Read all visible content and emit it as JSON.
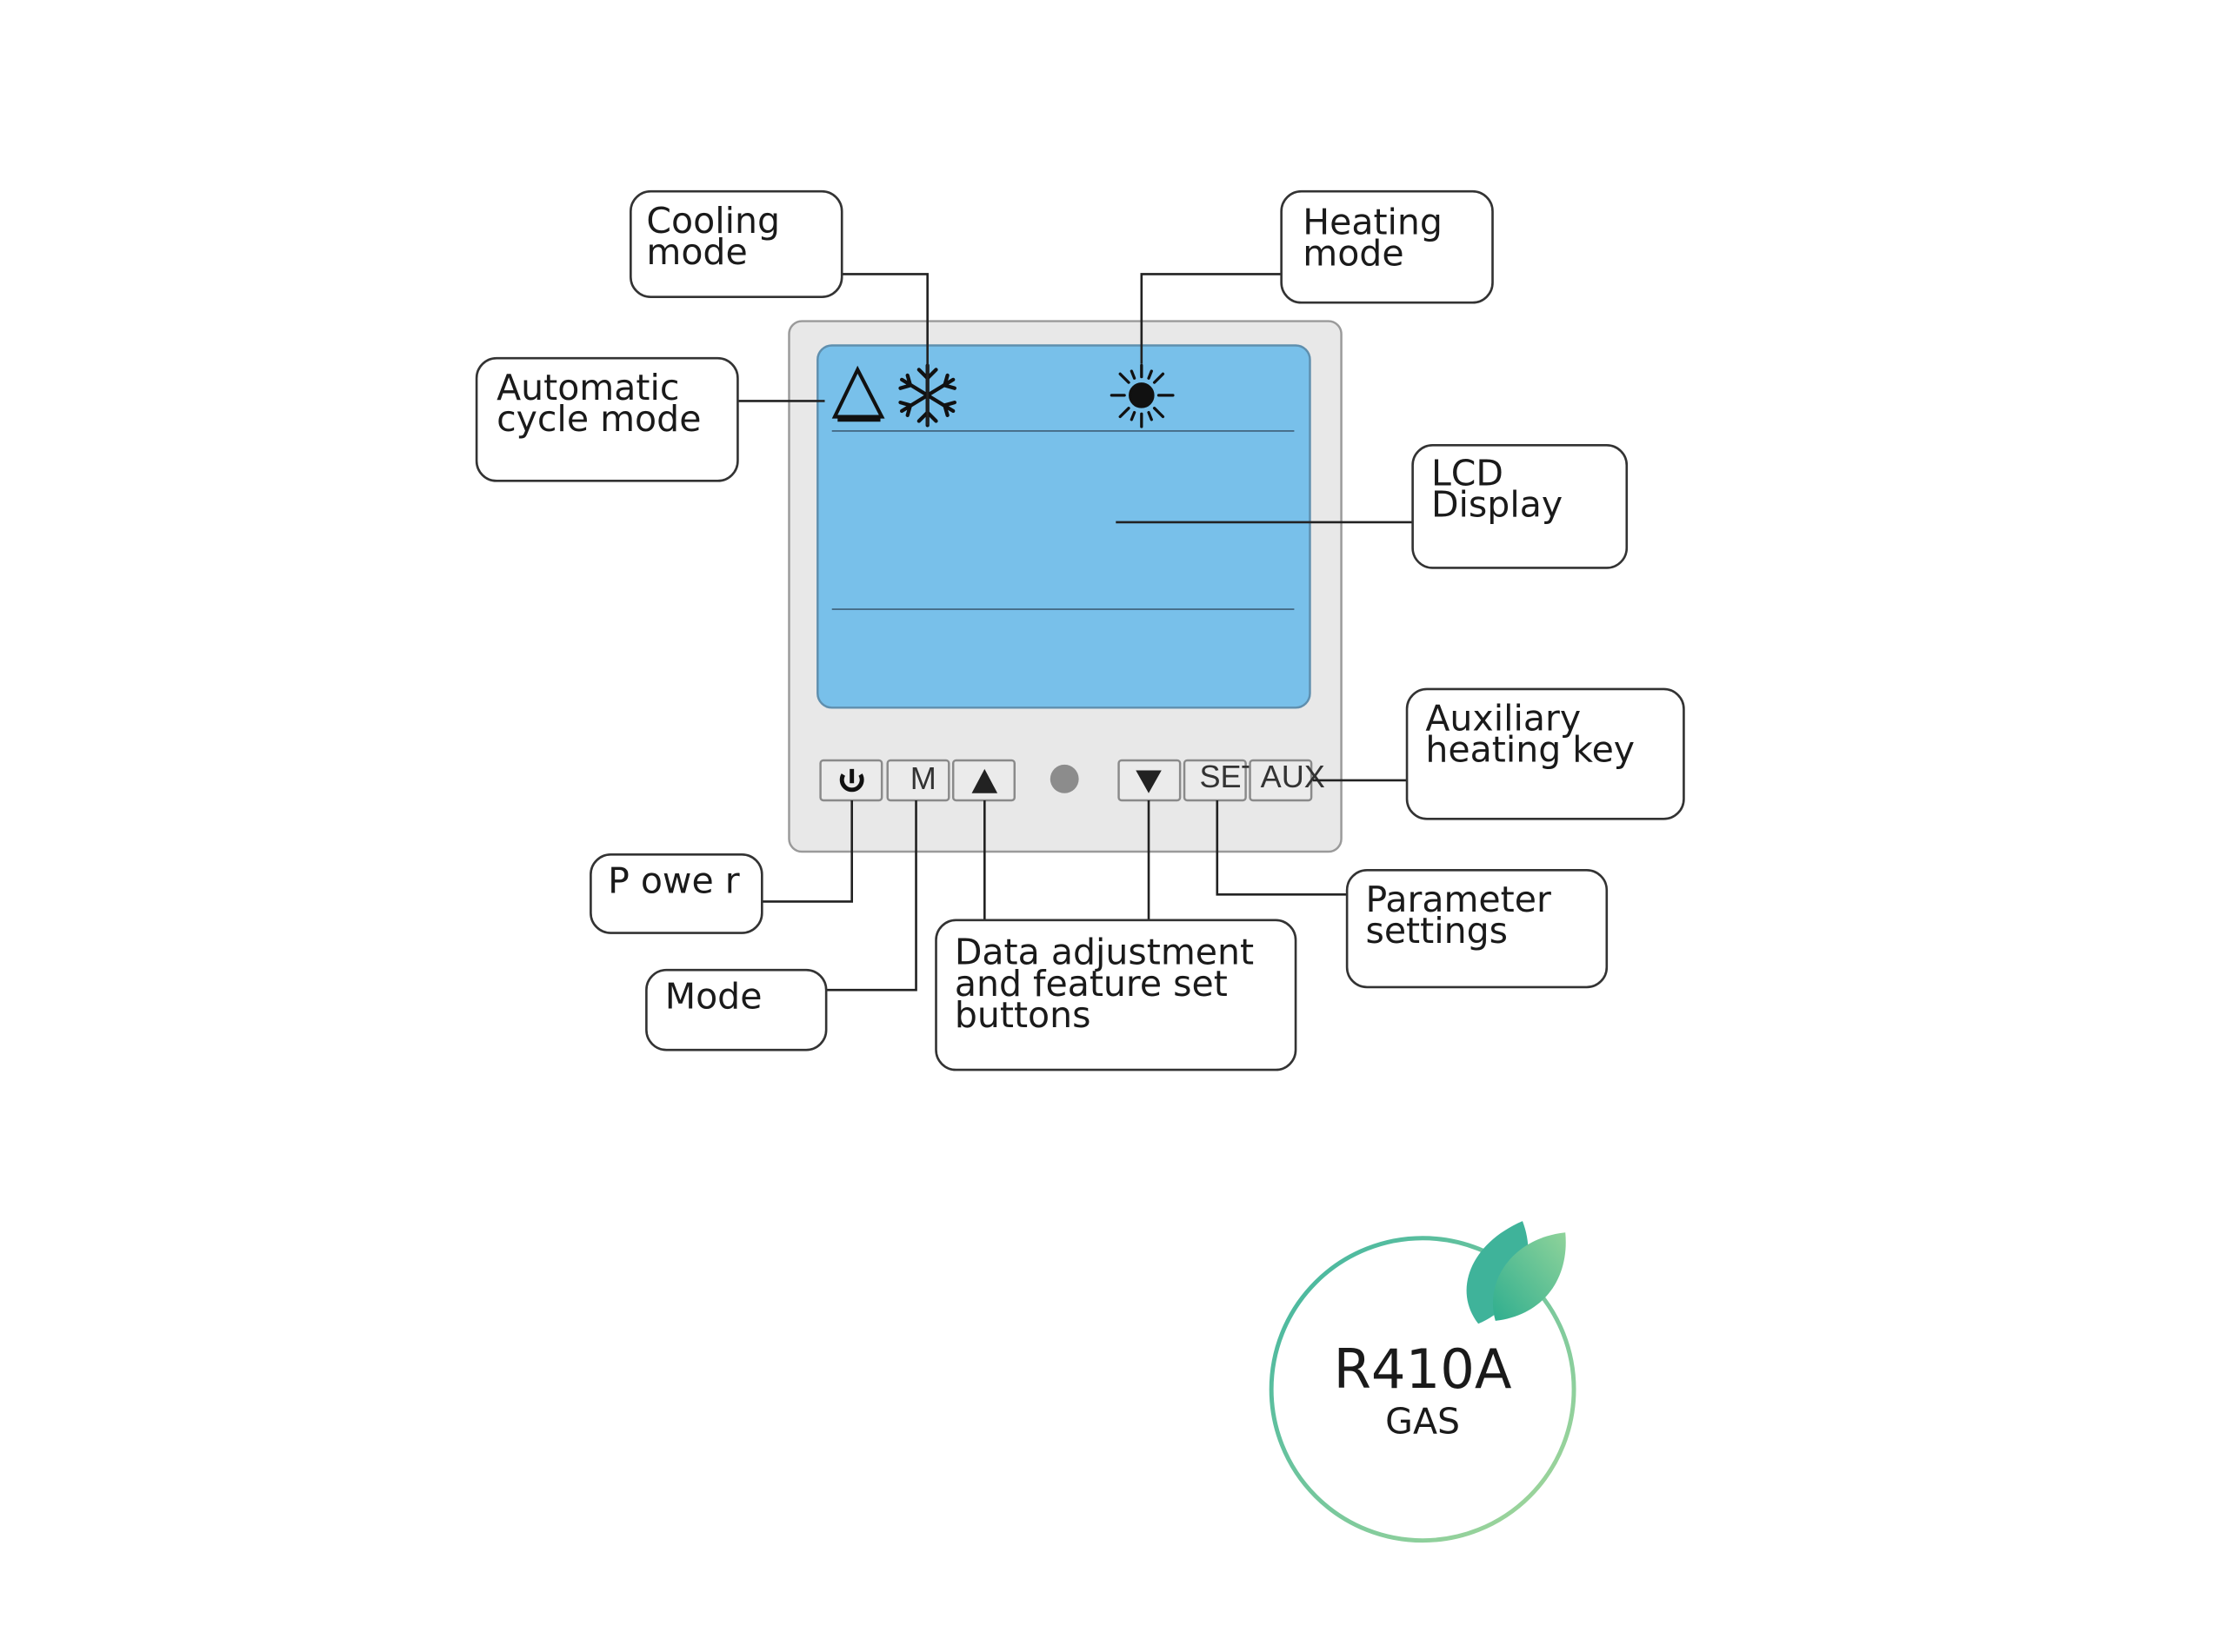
{
  "callouts": {
    "cooling": [
      "Cooling",
      "mode"
    ],
    "heating": [
      "Heating",
      "mode"
    ],
    "automatic": [
      "Automatic",
      "cycle mode"
    ],
    "lcd": [
      "LCD",
      "Display"
    ],
    "auxiliary": [
      "Auxiliary",
      "heating key"
    ],
    "power": [
      "P owe r"
    ],
    "mode": [
      "Mode"
    ],
    "data": [
      "Data adjustment",
      "and feature set",
      "buttons"
    ],
    "parameter": [
      "Parameter",
      "settings"
    ]
  },
  "buttons": {
    "power": "power-icon",
    "mode": "M",
    "up": "up-arrow",
    "down": "down-arrow",
    "set": "SET",
    "aux": "AUX"
  },
  "badge": {
    "title": "R410A",
    "subtitle": "GAS"
  },
  "colors": {
    "lcd": "#78c0ea",
    "panel": "#e8e8e8",
    "badge_ring_start": "#3fb5a0",
    "badge_ring_end": "#9fd49a",
    "leaf": "#4cbf9a"
  }
}
